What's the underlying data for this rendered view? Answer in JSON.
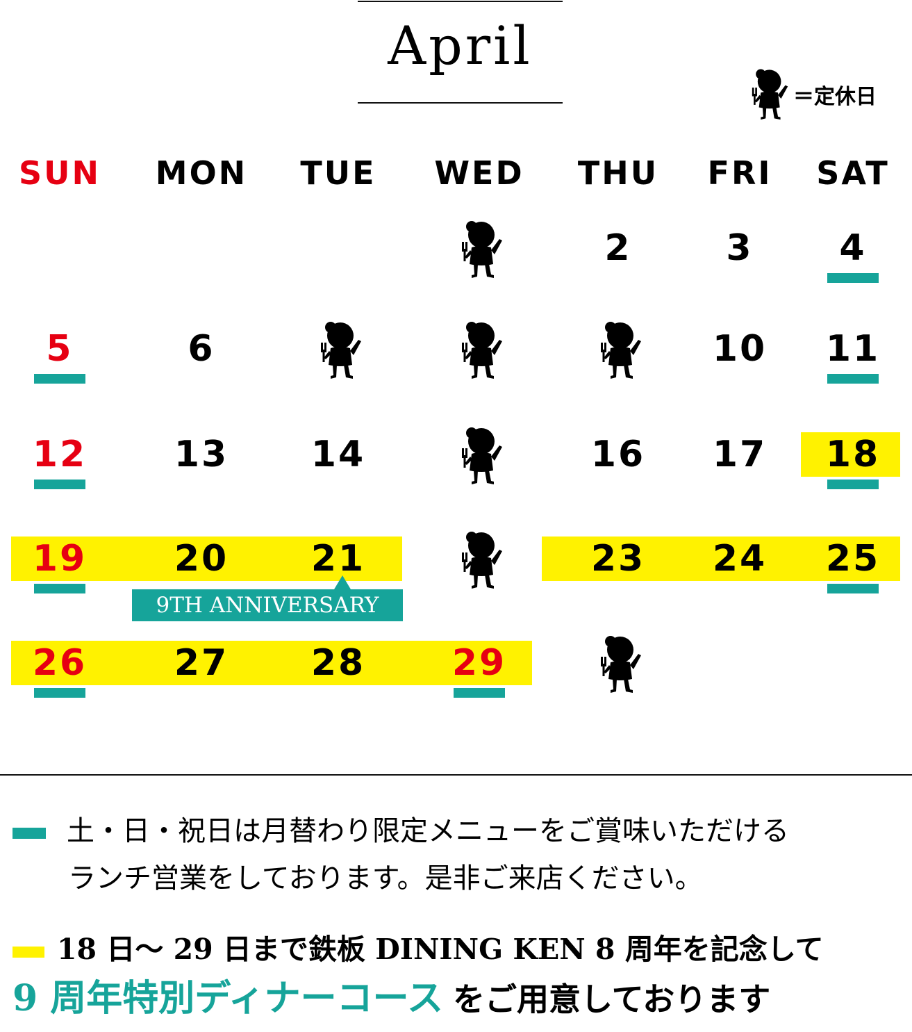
{
  "calendar": {
    "month": "April",
    "closed_legend": {
      "icon": "chef-icon",
      "text": "＝定休日"
    },
    "weekdays": [
      "SUN",
      "MON",
      "TUE",
      "WED",
      "THU",
      "FRI",
      "SAT"
    ],
    "weeks": [
      [
        null,
        null,
        null,
        "closed",
        "2",
        "3",
        "4"
      ],
      [
        "5",
        "6",
        "closed",
        "closed",
        "closed",
        "10",
        "11"
      ],
      [
        "12",
        "13",
        "14",
        "closed",
        "16",
        "17",
        "18"
      ],
      [
        "19",
        "20",
        "21",
        "closed",
        "23",
        "24",
        "25"
      ],
      [
        "26",
        "27",
        "28",
        "29",
        "closed",
        null,
        null
      ]
    ],
    "lunch_days": [
      "4",
      "5",
      "11",
      "12",
      "18",
      "19",
      "25",
      "26",
      "29"
    ],
    "anniversary_days": [
      "18",
      "19",
      "20",
      "21",
      "23",
      "24",
      "25",
      "26",
      "27",
      "28",
      "29"
    ],
    "holiday_red_days": [
      "5",
      "12",
      "19",
      "26",
      "29"
    ],
    "anniversary_label": "9TH ANNIVERSARY"
  },
  "notes": {
    "lunch_line1": "土・日・祝日は月替わり限定メニューをご賞味いただける",
    "lunch_line2": "ランチ営業をしております。是非ご来店ください。",
    "anniv_line1": "18 日～ 29 日まで鉄板 DINING KEN 8 周年を記念して",
    "anniv_highlight": "9 周年特別ディナーコース",
    "anniv_rest": "をご用意しております"
  },
  "colors": {
    "sunday_red": "#e60012",
    "teal": "#16a49a",
    "yellow": "#fff200",
    "text": "#000000"
  }
}
